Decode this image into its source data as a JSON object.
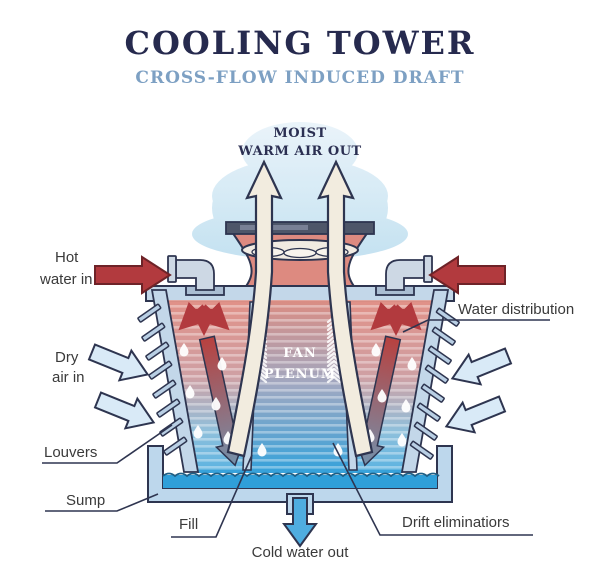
{
  "header": {
    "title": "COOLING TOWER",
    "subtitle": "CROSS-FLOW INDUCED DRAFT"
  },
  "labels": {
    "moist_air_line1": "MOIST",
    "moist_air_line2": "WARM AIR OUT",
    "fan_plenum_line1": "FAN",
    "fan_plenum_line2": "PLENUM",
    "hot_water_line1": "Hot",
    "hot_water_line2": "water in",
    "dry_air_line1": "Dry",
    "dry_air_line2": "air in",
    "water_distribution": "Water distribution",
    "louvers": "Louvers",
    "sump": "Sump",
    "fill": "Fill",
    "drift_eliminators": "Drift eliminatiors",
    "cold_water_out": "Cold water out"
  },
  "icons": {
    "moist_air_arrows": "two cream upward arrows out of fan stack",
    "hot_water_inlet_arrows": "dark red horizontal arrows into side pipes",
    "water_spray_arrows": "red splayed down arrows under distribution basins",
    "hot_to_cold_arrows": "red-to-slate gradient down arrows through fill",
    "dry_air_arrows": "pale blue angled arrows into louvers",
    "cold_water_arrow": "blue down arrow from sump outlet",
    "fan": "elliptical fan seen inside stack",
    "droplets": "white water droplets in fill sections"
  },
  "colors": {
    "title_navy": "#262a4e",
    "subtitle_blue": "#7da0c3",
    "outline_navy": "#2e3550",
    "hot_red": "#b23a3e",
    "warm_salmon": "#dd8a80",
    "structure_blue": "#c3d7e9",
    "water_blue": "#2f9fd9",
    "dry_air_light": "#d9eaf7",
    "cream_arrow": "#f2ecdf",
    "steam_blue": "#cde6f4",
    "label_gray": "#3a3a3a"
  }
}
